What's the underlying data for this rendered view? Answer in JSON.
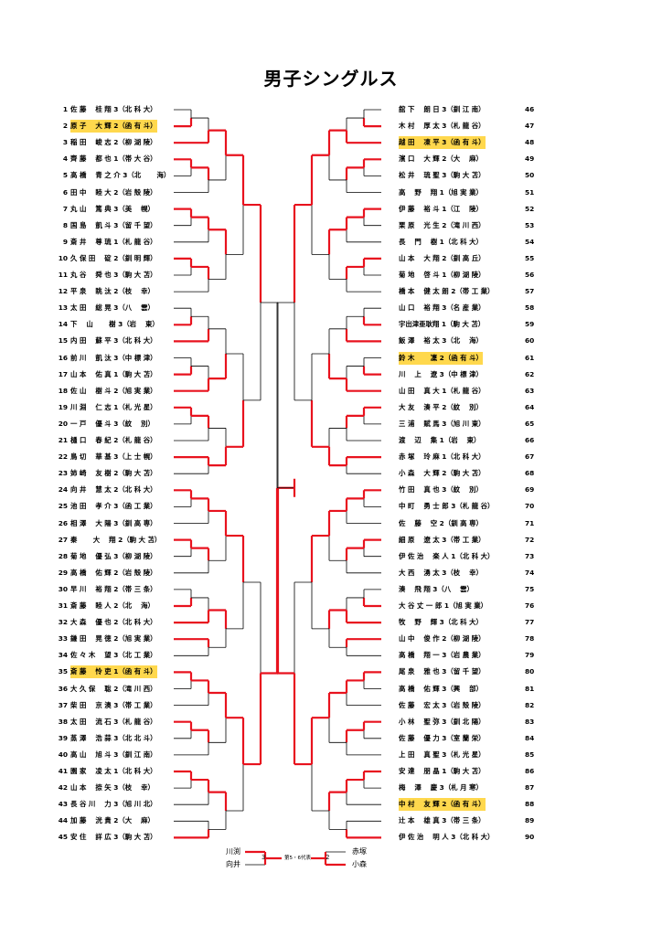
{
  "title": "男子シングルス",
  "left_entries": [
    {
      "num": "1",
      "name": "佐 藤　 桂 翔 3（北 科 大）"
    },
    {
      "num": "2",
      "name": "原 子　 大 輝 2（函 有 斗）",
      "hl": true
    },
    {
      "num": "3",
      "name": "稲 田　 峻 志 2（柳 湖 陵）"
    },
    {
      "num": "4",
      "name": "齊 藤　 都 也 1（帯 大 谷）"
    },
    {
      "num": "5",
      "name": "高 橋　 青 之 介 3（北　 　海）"
    },
    {
      "num": "6",
      "name": "田 中　 睦 大 2（岩 殻 陵）"
    },
    {
      "num": "7",
      "name": "丸 山　 篤 典 3（美　 幌）"
    },
    {
      "num": "8",
      "name": "国 島　 凱 斗 3（留 千 望）"
    },
    {
      "num": "9",
      "name": "斎 井　 尊 琉 1（札 龍 谷）"
    },
    {
      "num": "10",
      "name": "久 保 田　 碇 2（釧 明 輝）"
    },
    {
      "num": "11",
      "name": "丸 谷　 舜 也 3（駒 大 苫）"
    },
    {
      "num": "12",
      "name": "平 泉　 眺 汰 2（枝　 幸）"
    },
    {
      "num": "13",
      "name": "太 田　 総 晃 3（八　 雲）"
    },
    {
      "num": "14",
      "name": "下　 山　 　樹 3（岩　 東）"
    },
    {
      "num": "15",
      "name": "内 田　 蘇 平 3（北 科 大）"
    },
    {
      "num": "16",
      "name": "前 川　 凱 汰 3（中 標 津）"
    },
    {
      "num": "17",
      "name": "山 本　 佑 真 1（駒 大 苫）"
    },
    {
      "num": "18",
      "name": "佐 山　 樹 斗 2（旭 実 業）"
    },
    {
      "num": "19",
      "name": "川 淵　 仁 志 1（札 光 星）"
    },
    {
      "num": "20",
      "name": "一 戸　 優 斗 3（紋　 別）"
    },
    {
      "num": "21",
      "name": "樋 口　 春 紀 2（札 龍 谷）"
    },
    {
      "num": "22",
      "name": "鳥 切　 華 基 3（上 士 幌）"
    },
    {
      "num": "23",
      "name": "姉 崎　 友 樹 2（駒 大 苫）"
    },
    {
      "num": "24",
      "name": "向 井　 慧 太 2（北 科 大）"
    },
    {
      "num": "25",
      "name": "池 田　 孝 介 3（函 工 業）"
    },
    {
      "num": "26",
      "name": "相 澤　 大 陽 3（釧 高 専）"
    },
    {
      "num": "27",
      "name": "秦　 　大　 翔 2（駒 大 苫）"
    },
    {
      "num": "28",
      "name": "菊 地　 優 弘 3（柳 湖 陵）"
    },
    {
      "num": "29",
      "name": "高 橋　 佑 輝 2（岩 殻 陵）"
    },
    {
      "num": "30",
      "name": "早 川　 裕 翔 2（帯 三 条）"
    },
    {
      "num": "31",
      "name": "斎 藤　 睦 人 2（北　 海）"
    },
    {
      "num": "32",
      "name": "大 森　 優 也 2（北 科 大）"
    },
    {
      "num": "33",
      "name": "鎌 田　 晃 徳 2（旭 実 業）"
    },
    {
      "num": "34",
      "name": "佐 々 木　 望 3（北 工 業）"
    },
    {
      "num": "35",
      "name": "斎 藤　 怜 吏 1（函 有 斗）",
      "hl": true
    },
    {
      "num": "36",
      "name": "大 久 保　 聡 2（滝 川 西）"
    },
    {
      "num": "37",
      "name": "柴 田　 京 澳 3（帯 工 業）"
    },
    {
      "num": "38",
      "name": "太 田　 流 石 3（札 龍 谷）"
    },
    {
      "num": "39",
      "name": "蒸 澤　 浩 蒜 3（北 北 斗）"
    },
    {
      "num": "40",
      "name": "高 山　 旭 斗 3（釧 江 南）"
    },
    {
      "num": "41",
      "name": "園 家　 凌 太 1（北 科 大）"
    },
    {
      "num": "42",
      "name": "山 本　 捺 矢 3（枝　 幸）"
    },
    {
      "num": "43",
      "name": "長 谷 川　 力 3（旭 川 北）"
    },
    {
      "num": "44",
      "name": "加 藤　 洸 貴 2（大　 麻）"
    },
    {
      "num": "45",
      "name": "安 住　 詳 広 3（駒 大 苫）"
    }
  ],
  "right_entries": [
    {
      "num": "46",
      "name": "舘 下　 朗 日 3（釧 江 南）"
    },
    {
      "num": "47",
      "name": "木 村　 厚 太 3（札 龍 谷）"
    },
    {
      "num": "48",
      "name": "越 田　 凍 平 3（函 有 斗）",
      "hl": true
    },
    {
      "num": "49",
      "name": "濱 口　 大 輝 2（大　 麻）"
    },
    {
      "num": "50",
      "name": "松 井　 琉 聖 3（駒 大 苫）"
    },
    {
      "num": "51",
      "name": "高　 野　 翔 1（旭 実 業）"
    },
    {
      "num": "52",
      "name": "伊 藤　 裕 斗 1（江　 陵）"
    },
    {
      "num": "53",
      "name": "栗 原　 光 生 2（滝 川 西）"
    },
    {
      "num": "54",
      "name": "長　 門　 樹 1（北 科 大）"
    },
    {
      "num": "55",
      "name": "山 本　 大 翔 2（釧 高 丘）"
    },
    {
      "num": "56",
      "name": "菊 地　 啓 斗 1（柳 湖 陵）"
    },
    {
      "num": "57",
      "name": "橋 本　 健 太 朗 2（帯 工 業）"
    },
    {
      "num": "58",
      "name": "山 口　 裕 翔 3（名 産 業）"
    },
    {
      "num": "59",
      "name": "宇出津亜耿翔 1（駒 大 苫）"
    },
    {
      "num": "60",
      "name": "飯 澤　 裕 太 3（北　 海）"
    },
    {
      "num": "61",
      "name": "鈴 木　 　凜 2（函 有 斗）",
      "hl": true
    },
    {
      "num": "62",
      "name": "川　 上　 遼 3（中 標 津）"
    },
    {
      "num": "63",
      "name": "山 田　 真 大 1（札 龍 谷）"
    },
    {
      "num": "64",
      "name": "大 友　 湊 平 2（紋　 別）"
    },
    {
      "num": "65",
      "name": "三 浦　 賦 馬 3（旭 川 東）"
    },
    {
      "num": "66",
      "name": "渡　 辺　 集 1（岩　 東）"
    },
    {
      "num": "67",
      "name": "赤 塚　 玲 麻 1（北 科 大）"
    },
    {
      "num": "68",
      "name": "小 森　 大 輝 2（駒 大 苫）"
    },
    {
      "num": "69",
      "name": "竹 田　 真 也 3（紋　 別）"
    },
    {
      "num": "70",
      "name": "中 町　 勇 士 郎 3（札 龍 谷）"
    },
    {
      "num": "71",
      "name": "佐　 藤　 空 2（釧 高 専）"
    },
    {
      "num": "72",
      "name": "細 原　 遼 太 3（帯 工 業）"
    },
    {
      "num": "73",
      "name": "伊 佐 治　 楽 人 1（北 科 大）"
    },
    {
      "num": "74",
      "name": "大 西　 湧 太 3（枝　 幸）"
    },
    {
      "num": "75",
      "name": "湊　 飛 翔 3（八　 雲）"
    },
    {
      "num": "76",
      "name": "大 谷 丈 一 郎 1（旭 実 業）"
    },
    {
      "num": "77",
      "name": "牧　 野　 輝 3（北 科 大）"
    },
    {
      "num": "78",
      "name": "山 中　 俊 作 2（柳 湖 陵）"
    },
    {
      "num": "79",
      "name": "高 橋　 翔 一 3（岩 農 業）"
    },
    {
      "num": "80",
      "name": "尾 泉　 雅 也 3（留 千 望）"
    },
    {
      "num": "81",
      "name": "高 橋　 佑 輝 3（興　 部）"
    },
    {
      "num": "82",
      "name": "佐 藤　 宏 太 3（岩 殻 陵）"
    },
    {
      "num": "83",
      "name": "小 林　 聖 弥 3（釧 北 陽）"
    },
    {
      "num": "84",
      "name": "佐 藤　 優 力 3（室 蘭 栄）"
    },
    {
      "num": "85",
      "name": "上 田　 真 聖 3（札 光 星）"
    },
    {
      "num": "86",
      "name": "安 達　 朋 晶 1（駒 大 苫）"
    },
    {
      "num": "87",
      "name": "梅　 澤　 慶 3（札 月 寒）"
    },
    {
      "num": "88",
      "name": "中 村　 友 輝 2（函 有 斗）",
      "hl": true
    },
    {
      "num": "89",
      "name": "辻 本　 雄 真 3（帯 三 条）"
    },
    {
      "num": "90",
      "name": "伊 佐 治　 明 人 3（北 科 大）"
    }
  ],
  "third_place": {
    "left_top": "川渕",
    "left_bottom": "向井",
    "center_label": "第5・6代表",
    "right_top": "赤塚",
    "right_bottom": "小森",
    "score_left": "3",
    "score_right": "2"
  },
  "colors": {
    "win": "#e8121e",
    "line": "#000000",
    "highlight": "#ffd84d"
  }
}
